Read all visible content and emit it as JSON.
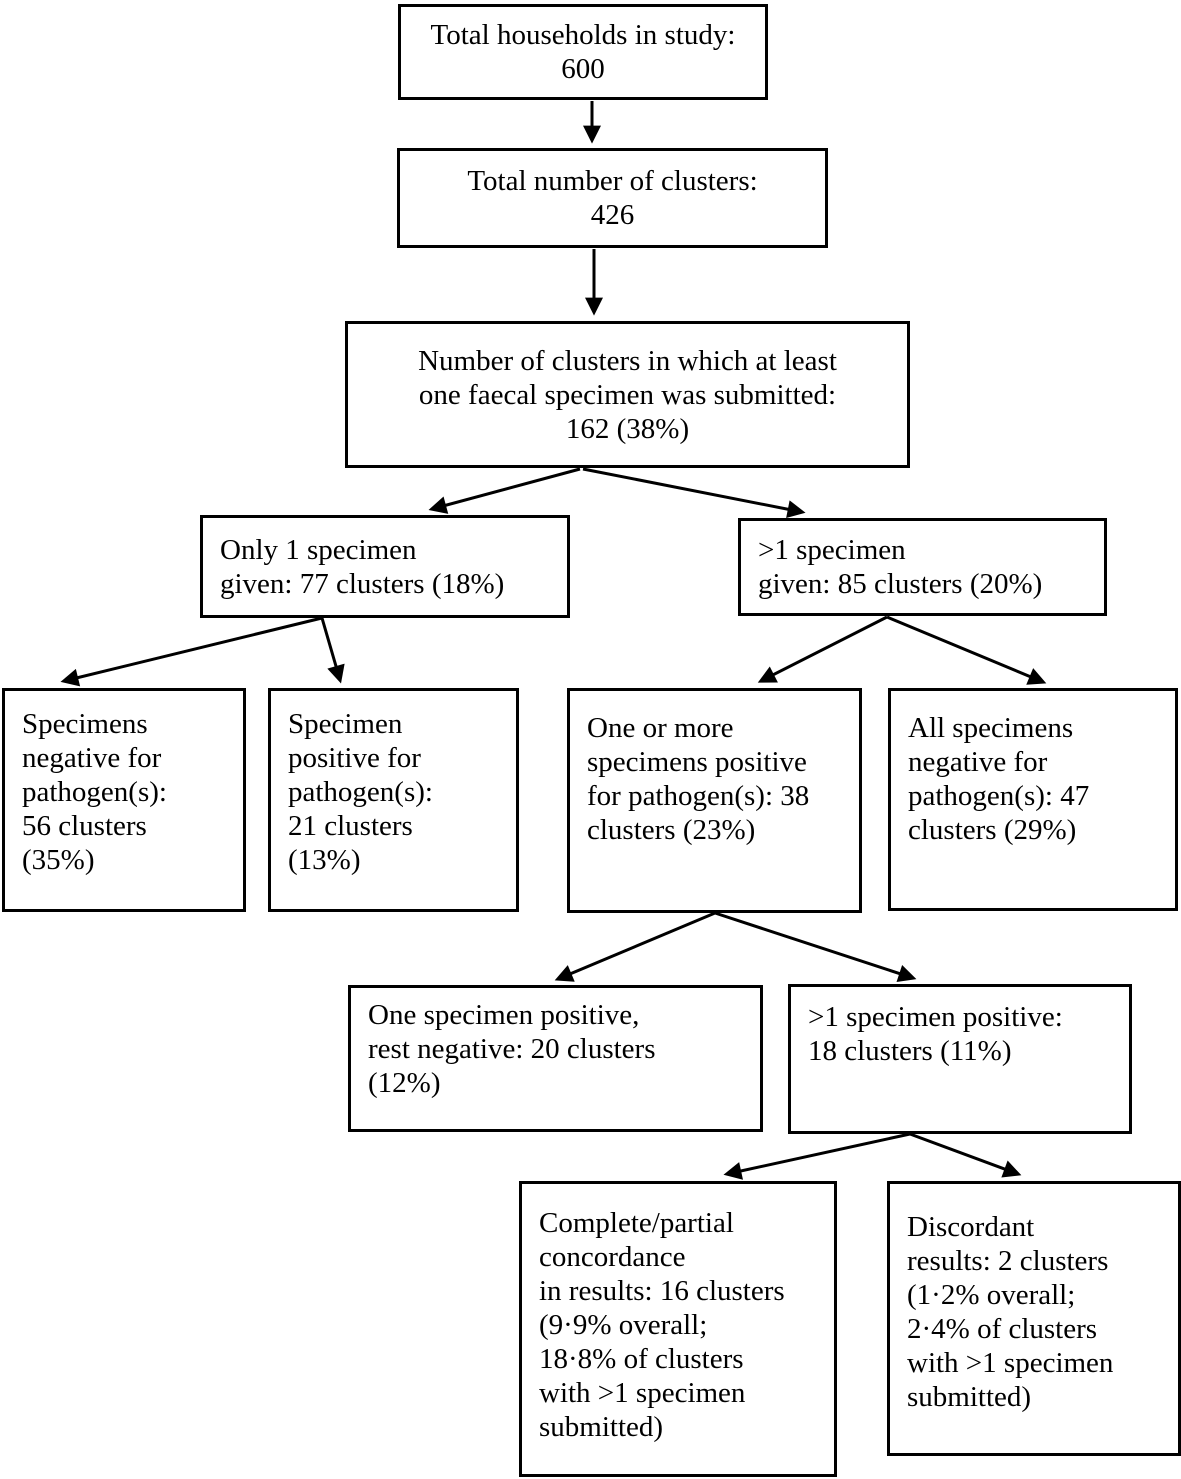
{
  "colors": {
    "background": "#ffffff",
    "box_border": "#000000",
    "text": "#000000",
    "arrow": "#000000"
  },
  "nodes": {
    "households": {
      "lines": [
        "Total households in study:",
        "600"
      ]
    },
    "clusters": {
      "lines": [
        "Total number of clusters:",
        "426"
      ]
    },
    "submitted": {
      "lines": [
        "Number of clusters in which at least",
        "one faecal specimen was submitted:",
        "162 (38%)"
      ]
    },
    "only_one_specimen": {
      "lines": [
        "Only 1 specimen",
        "given: 77 clusters (18%)"
      ]
    },
    "multi_specimen": {
      "lines": [
        ">1 specimen",
        "given: 85 clusters (20%)"
      ]
    },
    "one_negative": {
      "lines": [
        "Specimens",
        "negative for",
        "pathogen(s):",
        "56 clusters",
        "(35%)"
      ]
    },
    "one_positive": {
      "lines": [
        "Specimen",
        "positive for",
        "pathogen(s):",
        "21 clusters",
        "(13%)"
      ]
    },
    "multi_positive": {
      "lines": [
        "One or more",
        "specimens positive",
        "for pathogen(s): 38",
        "clusters (23%)"
      ]
    },
    "multi_negative": {
      "lines": [
        "All specimens",
        "negative for",
        "pathogen(s): 47",
        "clusters (29%)"
      ]
    },
    "one_pos_rest_neg": {
      "lines": [
        "One specimen positive,",
        "rest negative: 20 clusters",
        "(12%)"
      ]
    },
    "multi_pos": {
      "lines": [
        ">1 specimen positive:",
        "18 clusters (11%)"
      ]
    },
    "concordant": {
      "lines": [
        "Complete/partial",
        "concordance",
        "in results: 16 clusters",
        "(9·9% overall;",
        "18·8% of clusters",
        "with >1 specimen",
        "submitted)"
      ]
    },
    "discordant": {
      "lines": [
        "Discordant",
        "results: 2 clusters",
        "(1·2% overall;",
        "2·4% of clusters",
        "with >1 specimen",
        "submitted)"
      ]
    }
  },
  "edges": [
    {
      "from": "households",
      "to": "clusters"
    },
    {
      "from": "clusters",
      "to": "submitted"
    },
    {
      "from": "submitted",
      "to": "only_one_specimen"
    },
    {
      "from": "submitted",
      "to": "multi_specimen"
    },
    {
      "from": "only_one_specimen",
      "to": "one_negative"
    },
    {
      "from": "only_one_specimen",
      "to": "one_positive"
    },
    {
      "from": "multi_specimen",
      "to": "multi_positive"
    },
    {
      "from": "multi_specimen",
      "to": "multi_negative"
    },
    {
      "from": "multi_positive",
      "to": "one_pos_rest_neg"
    },
    {
      "from": "multi_positive",
      "to": "multi_pos"
    },
    {
      "from": "multi_pos",
      "to": "concordant"
    },
    {
      "from": "multi_pos",
      "to": "discordant"
    }
  ]
}
